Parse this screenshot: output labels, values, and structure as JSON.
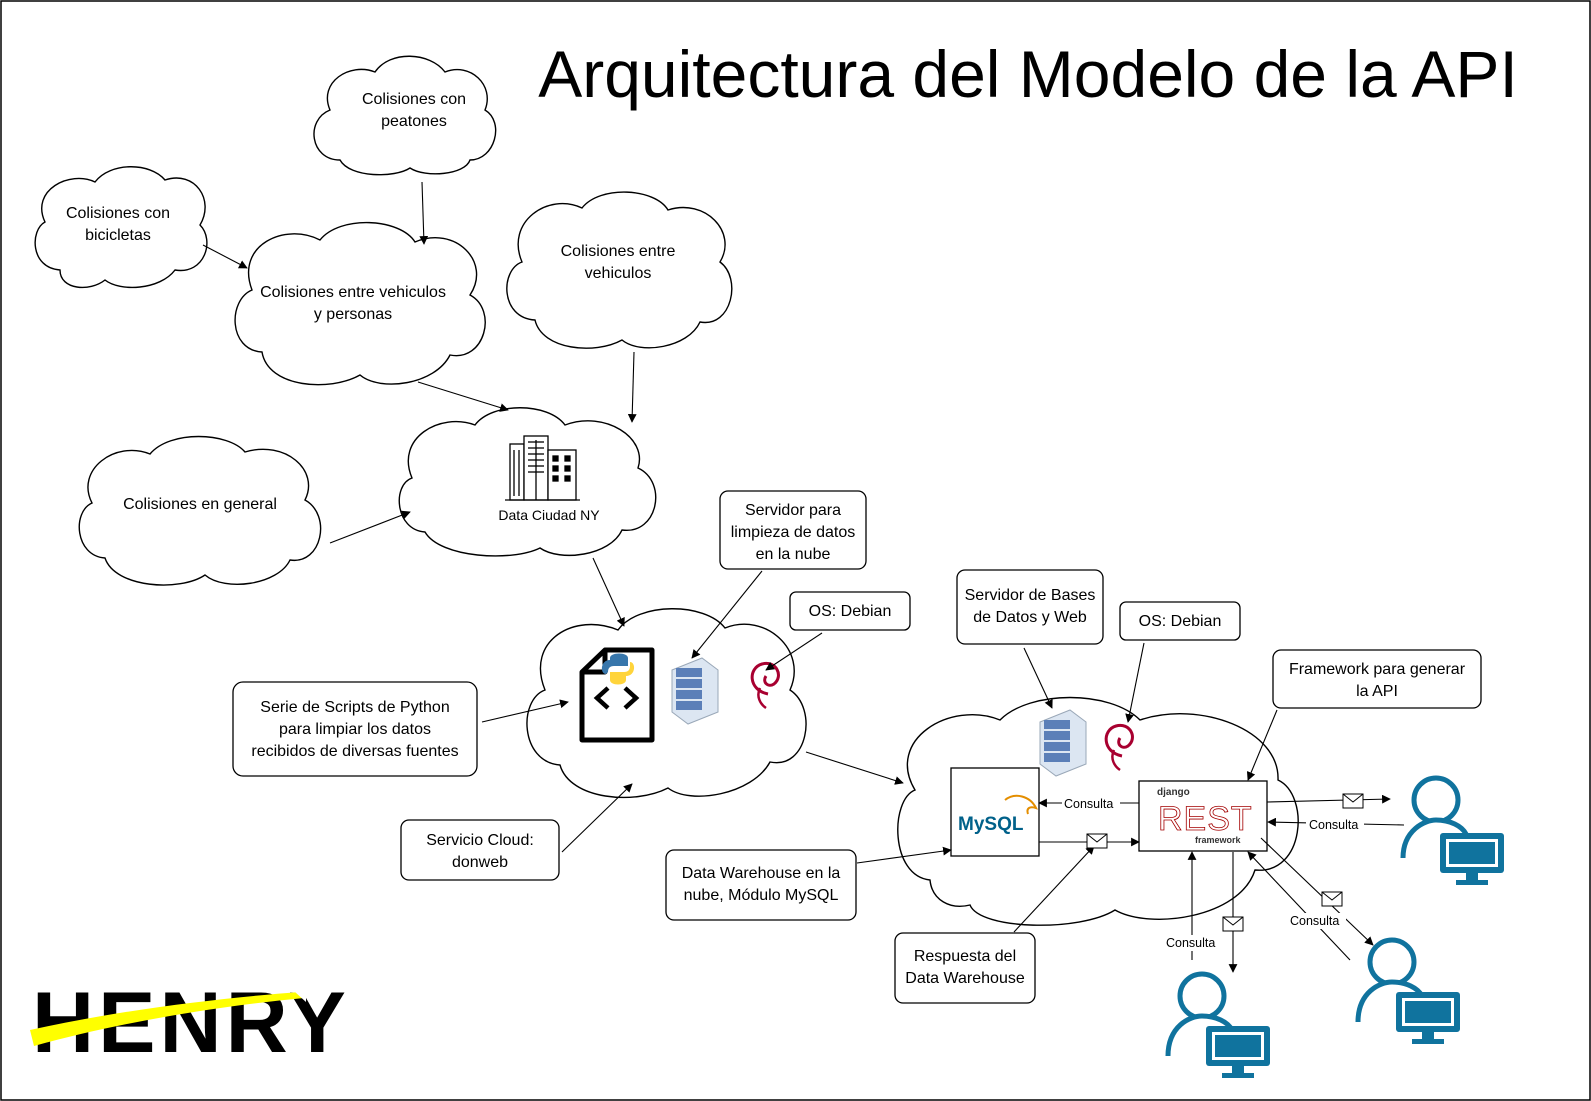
{
  "title": "Arquitectura del Modelo de la API",
  "clouds": {
    "peatones": [
      "Colisiones con",
      "peatones"
    ],
    "bicicletas": [
      "Colisiones con",
      "bicicletas"
    ],
    "vehiculos_personas": [
      "Colisiones entre vehiculos",
      "y personas"
    ],
    "entre_vehiculos": [
      "Colisiones entre",
      "vehiculos"
    ],
    "general": "Colisiones en general",
    "data_ciudad": "Data Ciudad NY"
  },
  "boxes": {
    "servidor_limpieza": [
      "Servidor para",
      "limpieza de datos",
      "en la nube"
    ],
    "os1": "OS: Debian",
    "scripts": [
      "Serie de Scripts de Python",
      "para limpiar los datos",
      "recibidos de diversas fuentes"
    ],
    "servicio_cloud": [
      "Servicio Cloud:",
      "donweb"
    ],
    "servidor_bd": [
      "Servidor de Bases",
      "de Datos y Web"
    ],
    "os2": "OS: Debian",
    "framework": [
      "Framework para generar",
      "la API"
    ],
    "data_warehouse": [
      "Data Warehouse en la",
      "nube, Módulo MySQL"
    ],
    "respuesta": [
      "Respuesta del",
      "Data Warehouse"
    ]
  },
  "consulta": "Consulta",
  "logos": {
    "mysql": "MySQL",
    "django": "django",
    "rest": "REST",
    "framework": "framework",
    "henry": "HENRY"
  },
  "colors": {
    "user_blue": "#10739e",
    "henry_yellow": "#ffff00",
    "python_blue": "#3776ab",
    "python_yellow": "#ffd43b",
    "debian_red": "#a80030",
    "server_blue": "#5b7fb8"
  },
  "icons": [
    "python-script-icon",
    "server-icon",
    "debian-icon",
    "building-icon",
    "mysql-logo",
    "django-rest-logo",
    "user-computer-icon",
    "envelope-icon",
    "henry-logo"
  ]
}
